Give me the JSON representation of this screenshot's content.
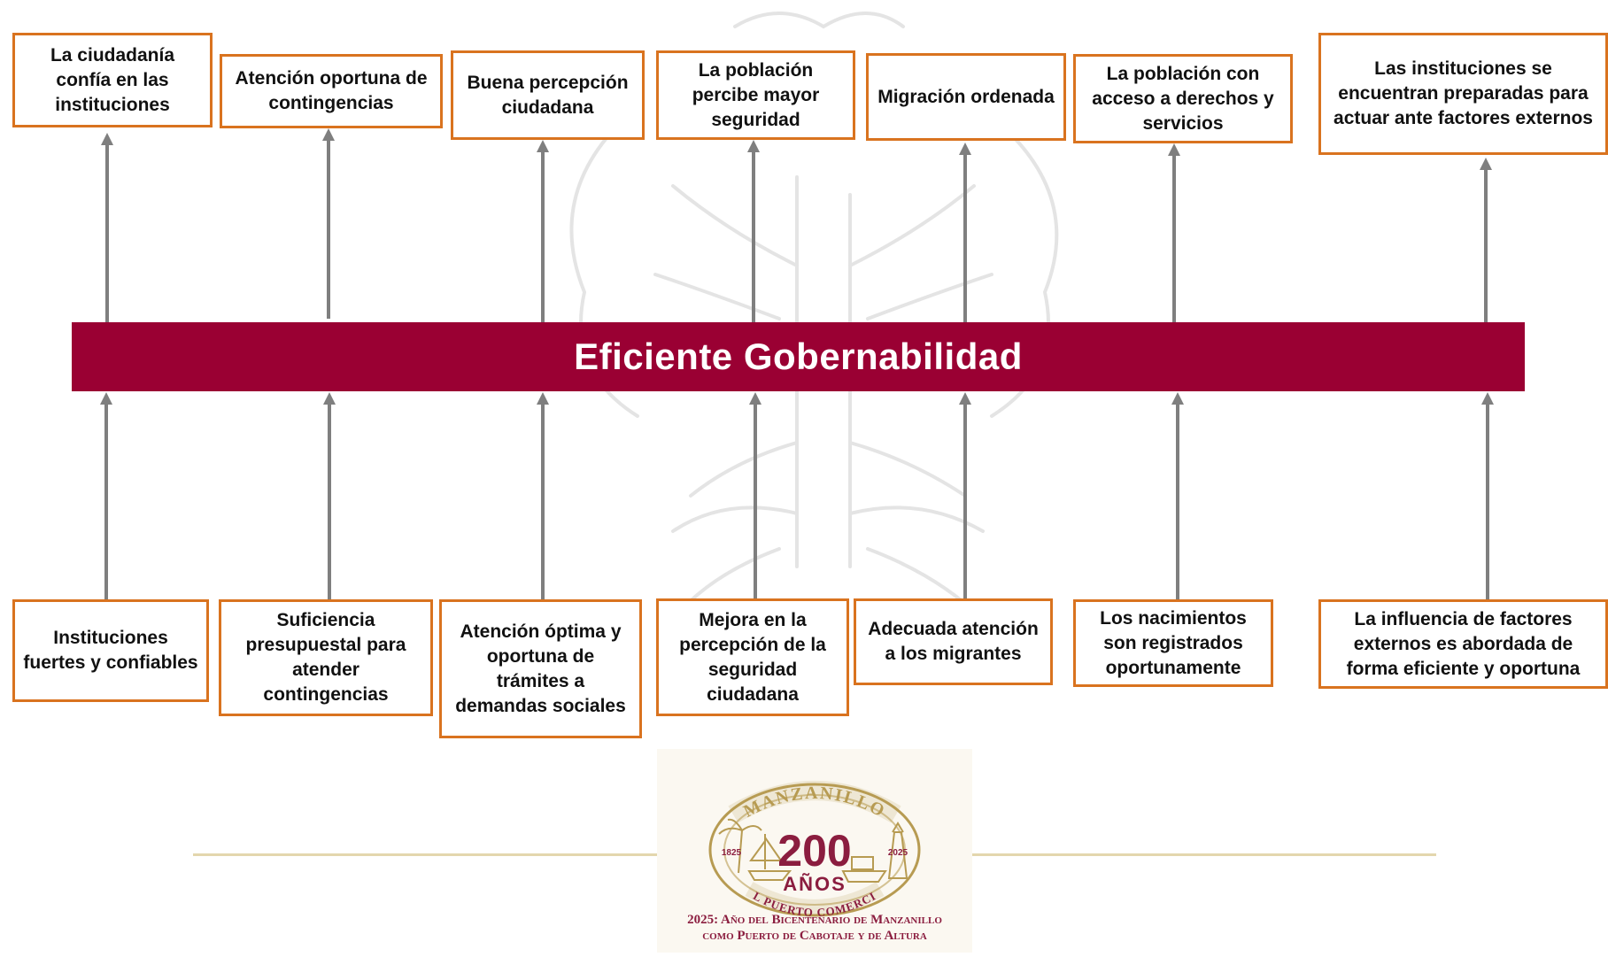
{
  "diagram": {
    "central": "Eficiente Gobernabilidad",
    "effects": [
      "La ciudadanía confía en las instituciones",
      "Atención oportuna de contingencias",
      "Buena percepción ciudadana",
      "La población percibe mayor seguridad",
      "Migración ordenada",
      "La población con acceso a derechos y servicios",
      "Las instituciones se encuentran preparadas para actuar ante factores externos"
    ],
    "causes": [
      "Instituciones fuertes y confiables",
      "Suficiencia presupuestal para atender contingencias",
      "Atención óptima y oportuna de trámites a demandas sociales",
      "Mejora en la percepción de la seguridad ciudadana",
      "Adecuada atención a los migrantes",
      "Los nacimientos son registrados oportunamente",
      "La influencia de factores externos es abordada de forma eficiente y oportuna"
    ]
  },
  "footer": {
    "seal": {
      "top_text": "MANZANILLO",
      "number": "200",
      "word": "AÑOS",
      "year_left": "1825",
      "year_right": "2025",
      "bottom_text": "DEL PUERTO COMERCIAL"
    },
    "tagline_line1": "2025: Año del Bicentenario de Manzanillo",
    "tagline_line2": "como Puerto de Cabotaje y de Altura"
  },
  "colors": {
    "banner": "#9a0033",
    "box_border": "#d9731f",
    "arrow": "#7f7f7f",
    "seal_gold": "#b79b52",
    "seal_red": "#8b1d3f"
  }
}
